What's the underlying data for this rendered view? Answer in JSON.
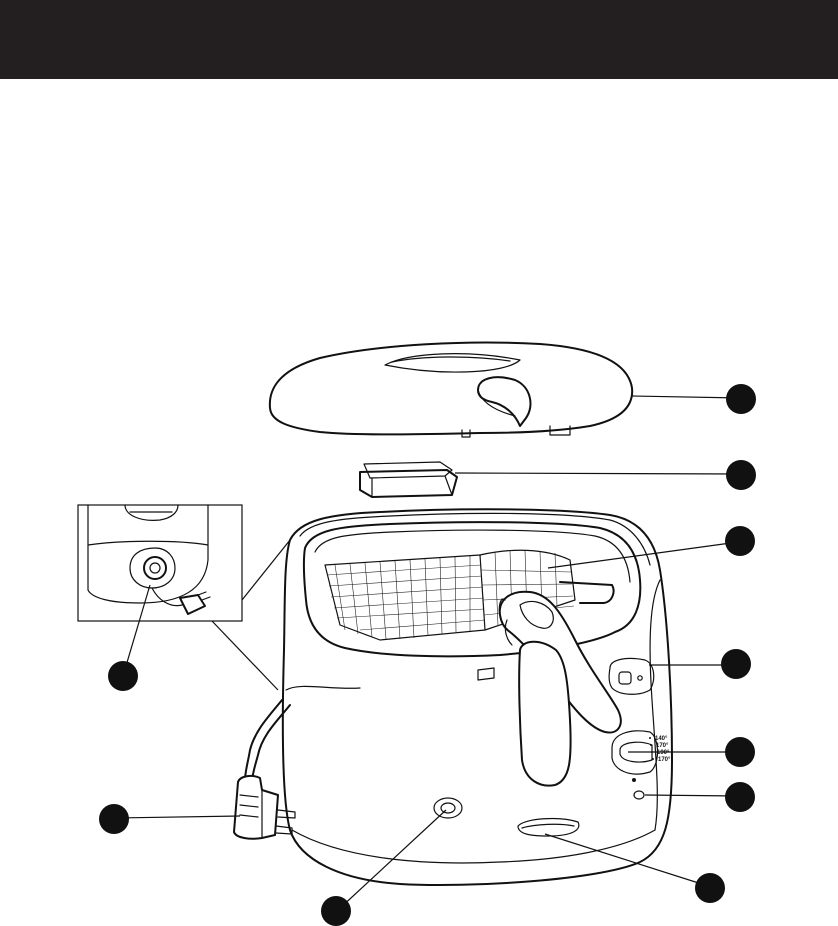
{
  "header": {
    "color": "#231f20"
  },
  "thermostat": {
    "scale": [
      "140°",
      "170°",
      "190°",
      "170°"
    ]
  },
  "callouts": [
    {
      "id": "lid"
    },
    {
      "id": "filter"
    },
    {
      "id": "basket"
    },
    {
      "id": "basket-release-button"
    },
    {
      "id": "thermostat-knob"
    },
    {
      "id": "indicator-light"
    },
    {
      "id": "cord-compartment"
    },
    {
      "id": "power-plug"
    },
    {
      "id": "on-off-switch"
    },
    {
      "id": "magnetic-cord-socket"
    }
  ]
}
